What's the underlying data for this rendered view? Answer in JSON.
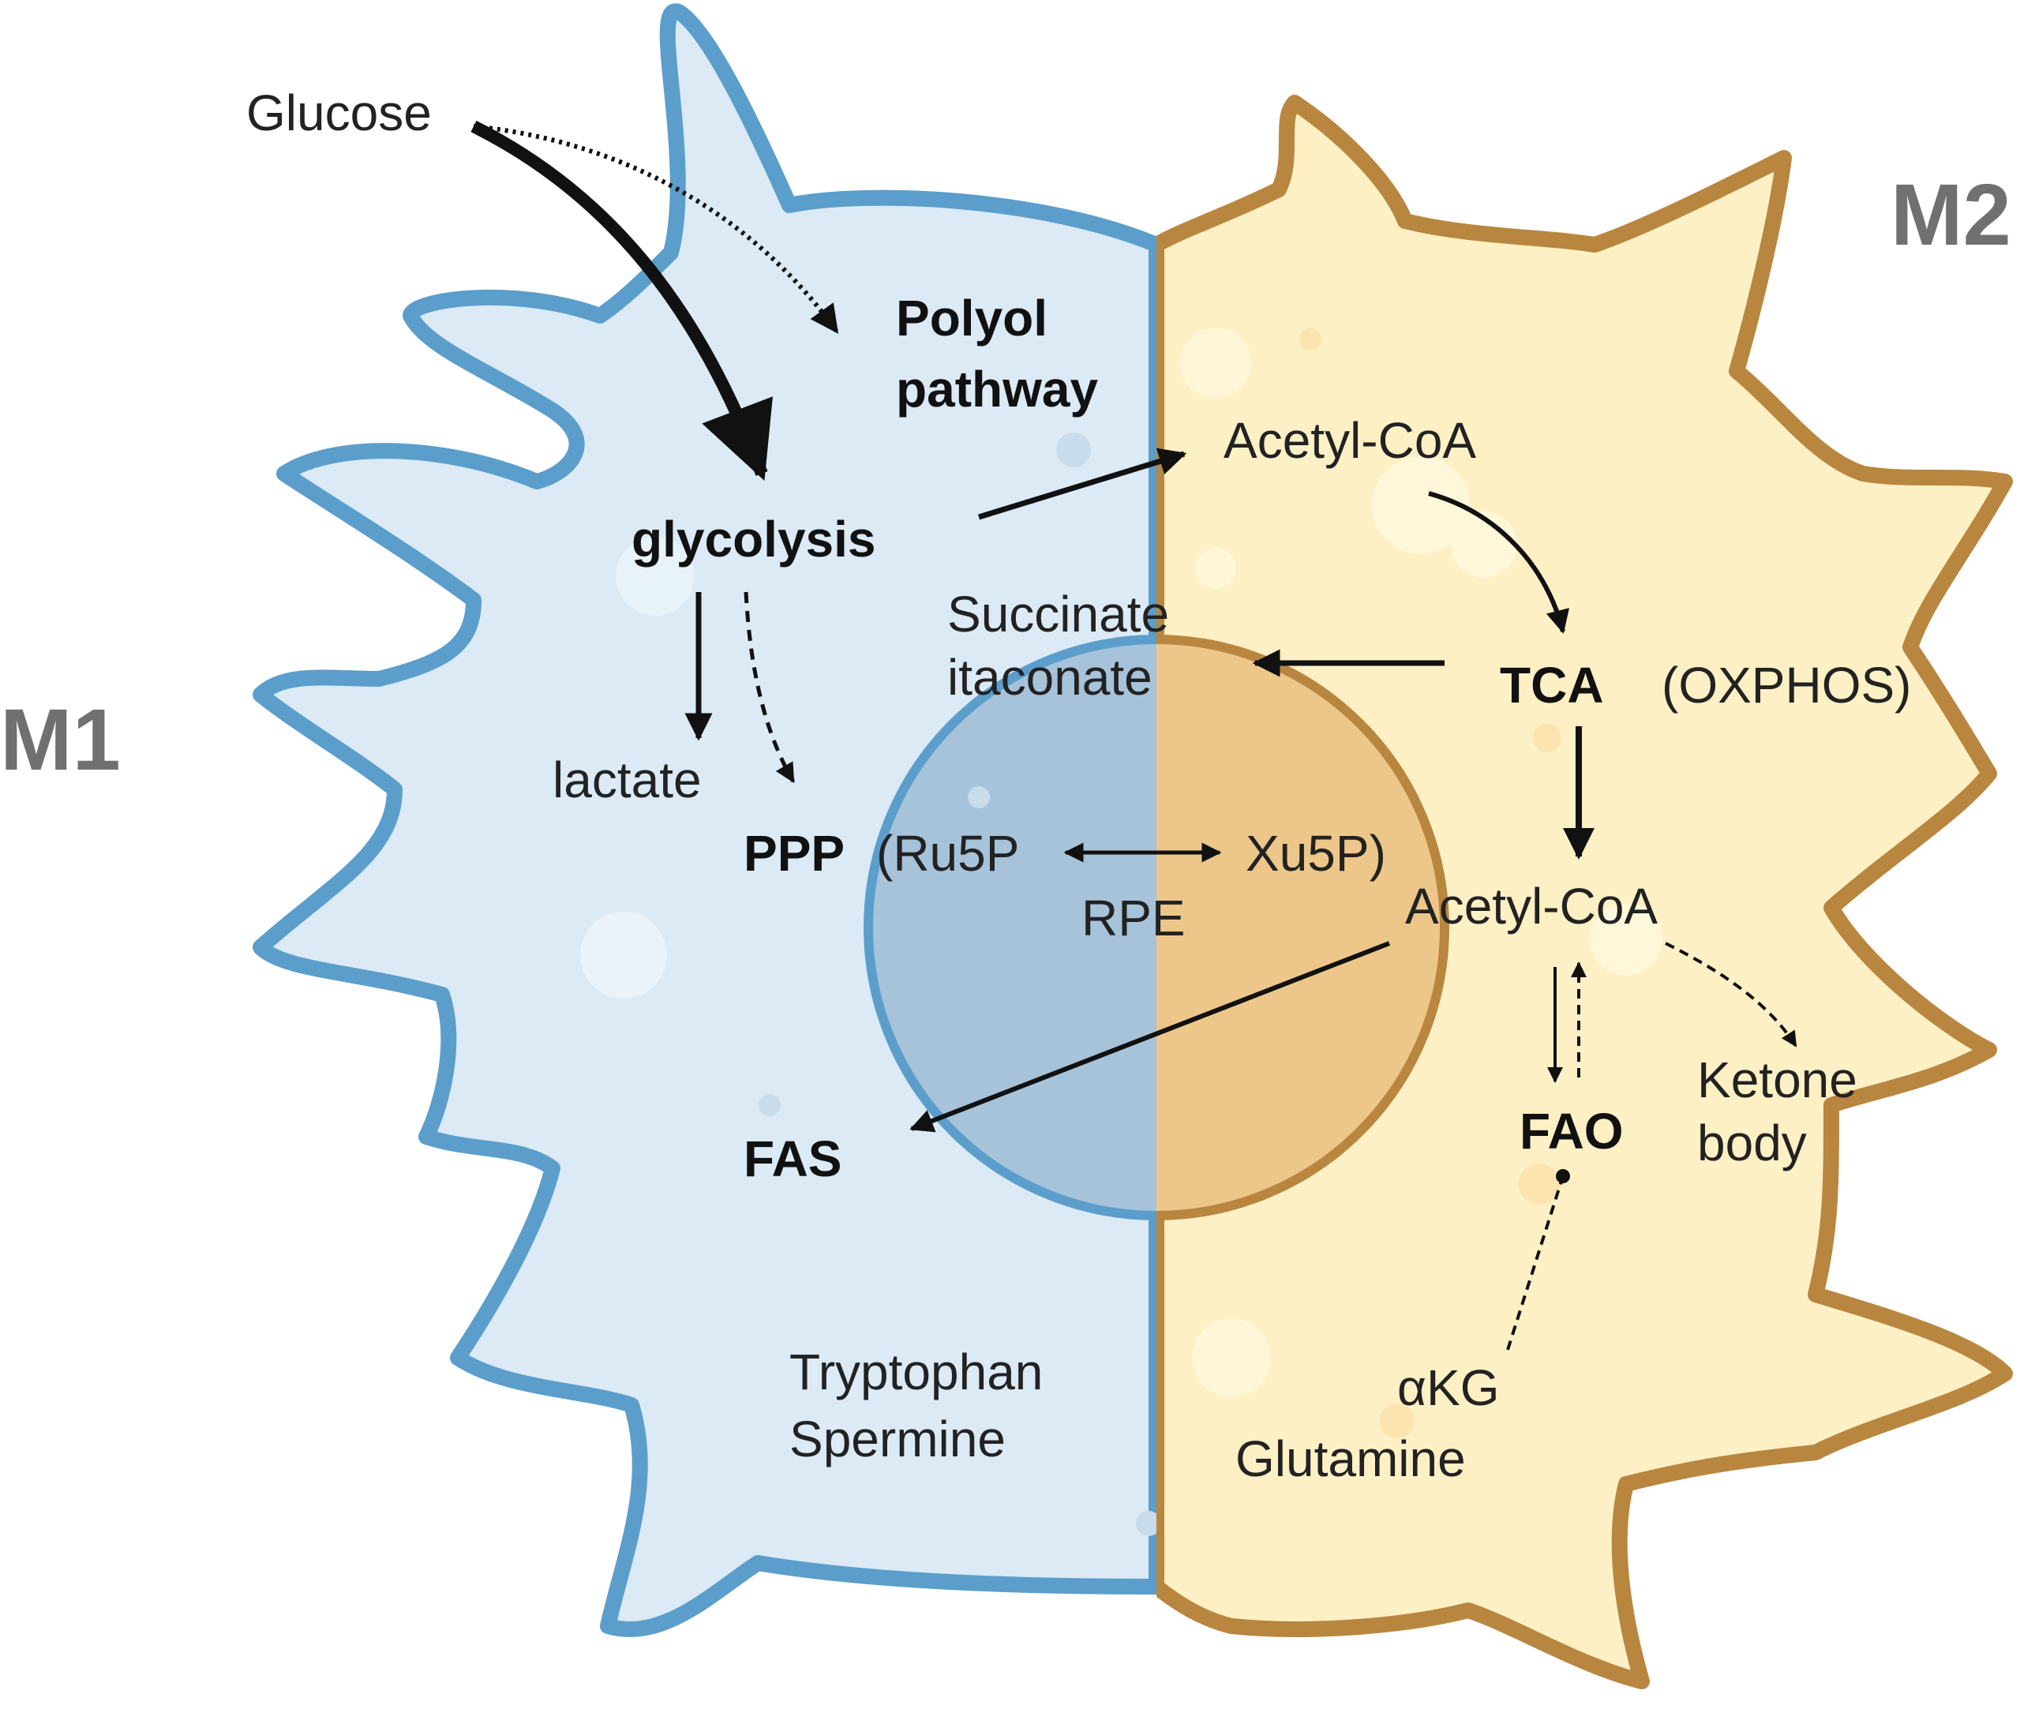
{
  "labels": {
    "m1": "M1",
    "m2": "M2",
    "glucose": "Glucose",
    "polyol_1": "Polyol",
    "polyol_2": "pathway",
    "glycolysis": "glycolysis",
    "lactate": "lactate",
    "ppp": "PPP",
    "ru5p": "(Ru5P",
    "xu5p": "Xu5P)",
    "rpe": "RPE",
    "succinate": "Succinate",
    "itaconate": "itaconate",
    "acetyl_coa_top": "Acetyl-CoA",
    "tca": "TCA",
    "oxphos": "(OXPHOS)",
    "acetyl_coa_mid": "Acetyl-CoA",
    "fao": "FAO",
    "ketone_1": "Ketone",
    "ketone_2": "body",
    "fas": "FAS",
    "tryptophan": "Tryptophan",
    "spermine": "Spermine",
    "akg": "αKG",
    "glutamine": "Glutamine"
  },
  "colors": {
    "m1_fill": "#dbeaf5",
    "m1_outline": "#5b9ecb",
    "m1_nucleus": "#a7c3da",
    "m2_fill": "#fdf0c4",
    "m2_outline": "#b98640",
    "m2_nucleus": "#edc68a",
    "arrow": "#111111"
  }
}
